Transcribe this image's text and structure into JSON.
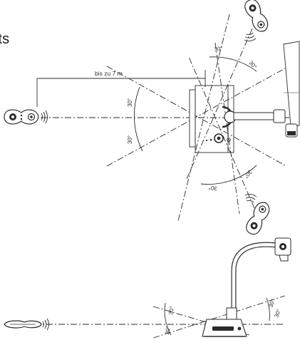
{
  "heading": "hts",
  "distance_label": "bis zu 7 m",
  "angle_labels": [
    "30°",
    "30°",
    "30°",
    "30°",
    "30°",
    "30°",
    "30°",
    "30°",
    "30°",
    "30°"
  ],
  "icons": {
    "remote": "remote-control-icon",
    "signal": "ir-signal-waves-icon",
    "camera_top": "document-camera-top-view-icon",
    "camera_side": "document-camera-side-view-icon"
  },
  "colors": {
    "line": "#2b2b2b",
    "background": "#ffffff"
  }
}
